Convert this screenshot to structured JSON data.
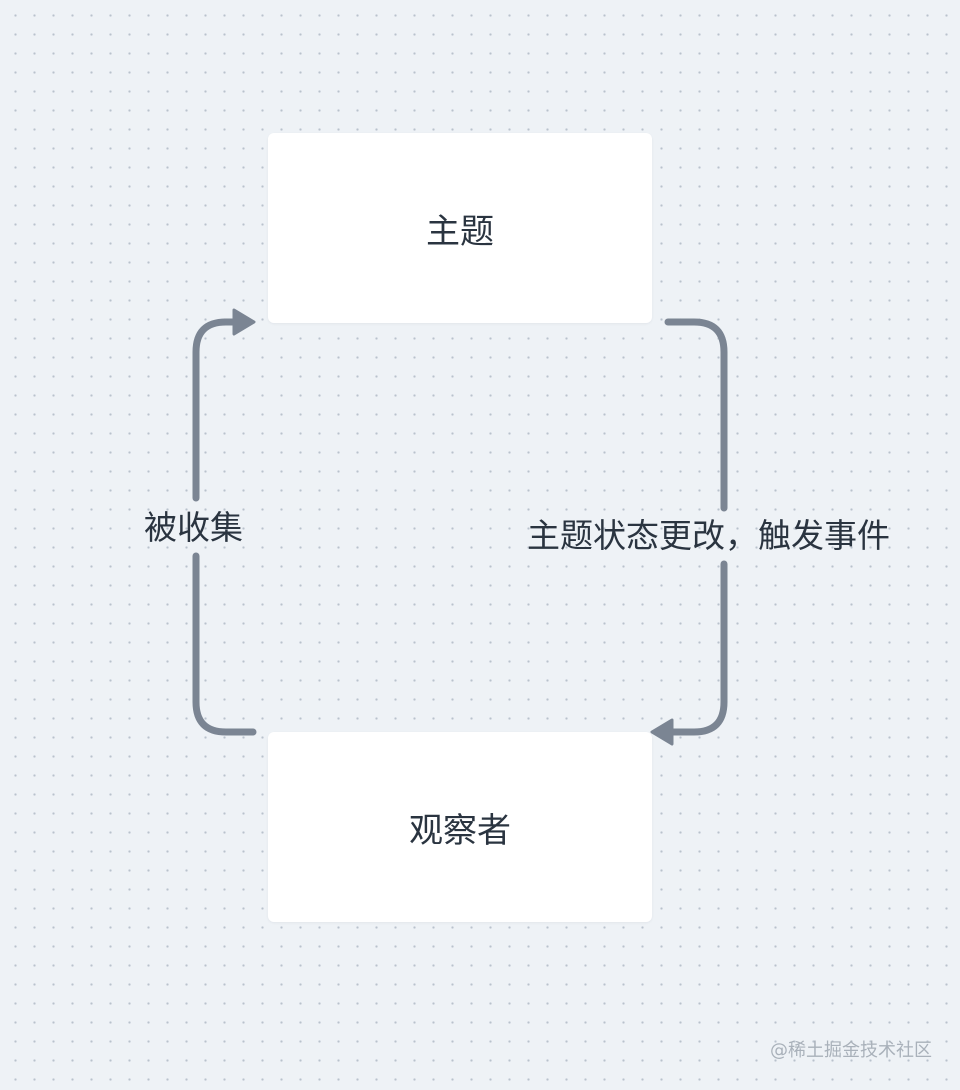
{
  "nodes": {
    "subject": "主题",
    "observer": "观察者"
  },
  "edges": {
    "collected": "被收集",
    "state_change": "主题状态更改，触发事件"
  },
  "watermark": "@稀土掘金技术社区",
  "colors": {
    "background": "#eef2f6",
    "node_fill": "#ffffff",
    "connector": "#7b8593",
    "text": "#2a3440"
  }
}
